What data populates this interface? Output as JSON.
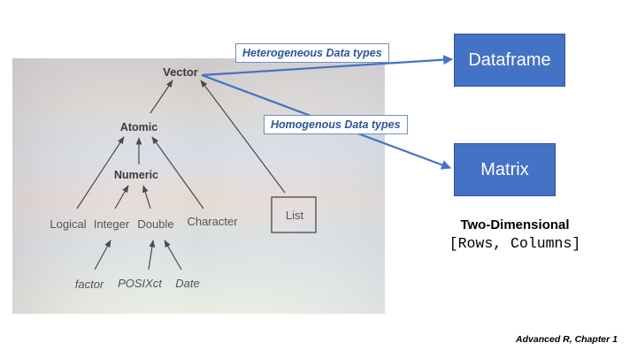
{
  "tree": {
    "vector": "Vector",
    "atomic": "Atomic",
    "numeric": "Numeric",
    "logical": "Logical",
    "integer": "Integer",
    "double": "Double",
    "character": "Character",
    "list": "List",
    "factor": "factor",
    "posixct": "POSIXct",
    "date": "Date"
  },
  "labels": {
    "heterogeneous": "Heterogeneous Data types",
    "homogenous": "Homogenous Data types"
  },
  "boxes": {
    "dataframe": "Dataframe",
    "matrix": "Matrix"
  },
  "two_dimensional": {
    "title": "Two-Dimensional",
    "subtitle": "[Rows, Columns]"
  },
  "citation": "Advanced R, Chapter 1",
  "colors": {
    "box_fill": "#4472c4",
    "label_text": "#2e5597",
    "arrow": "#4472c4"
  }
}
